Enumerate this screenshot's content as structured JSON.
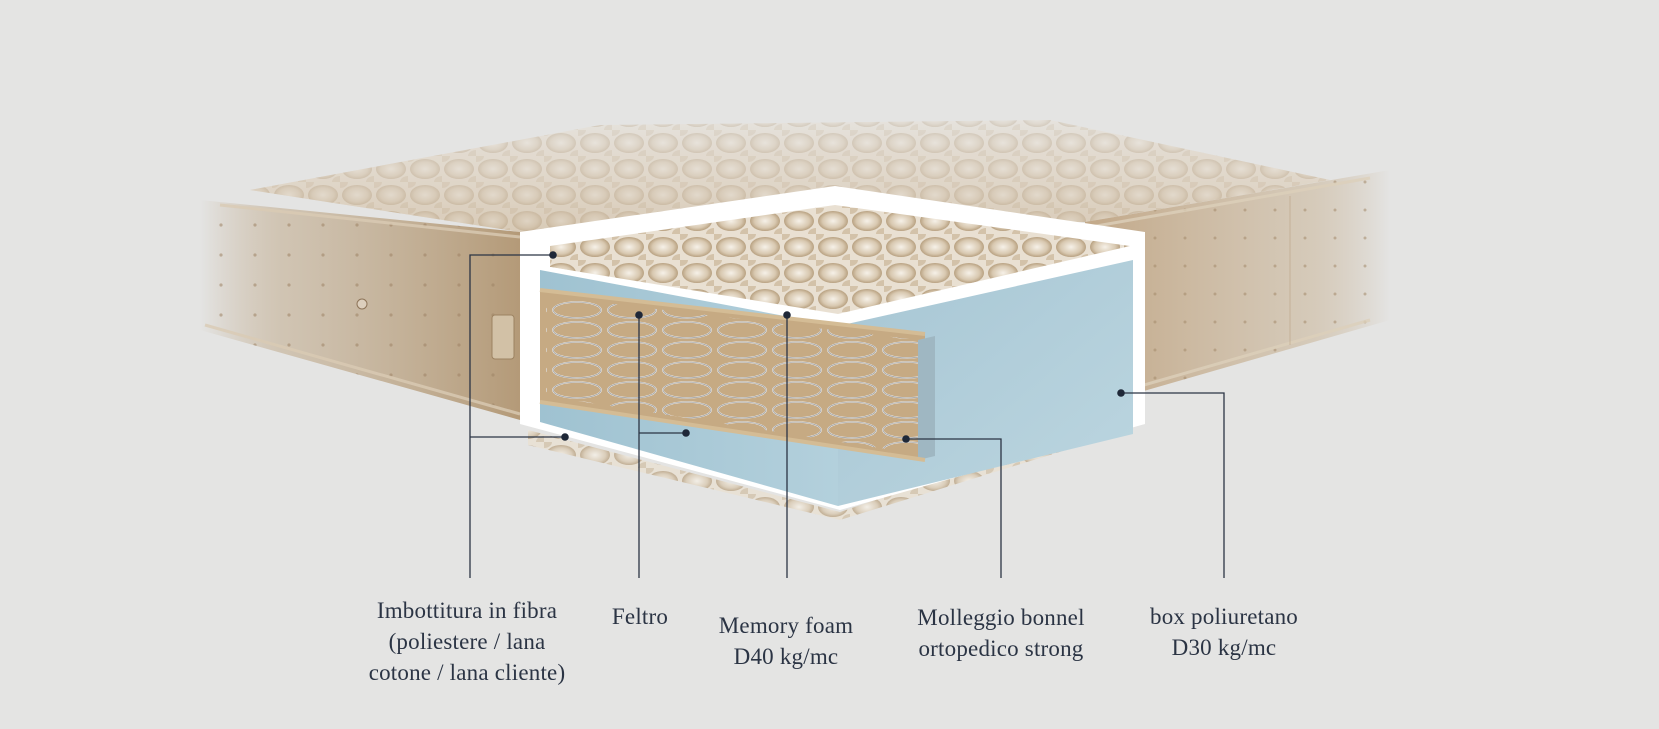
{
  "colors": {
    "background": "#e4e4e3",
    "mattress_fabric": "#c9b59a",
    "foam_blue": "#a8c8d6",
    "felt": "#c8ad86",
    "leader_line": "#2b3444",
    "text": "#2b3444"
  },
  "labels": {
    "fibra": {
      "lines": [
        "Imbottitura in fibra",
        "(poliestere / lana",
        "cotone / lana cliente)"
      ]
    },
    "feltro": {
      "lines": [
        "Feltro"
      ]
    },
    "memory": {
      "lines": [
        "Memory foam",
        "D40 kg/mc"
      ]
    },
    "molle": {
      "lines": [
        "Molleggio bonnel",
        "ortopedico strong"
      ]
    },
    "box": {
      "lines": [
        "box poliuretano",
        "D30 kg/mc"
      ]
    }
  }
}
